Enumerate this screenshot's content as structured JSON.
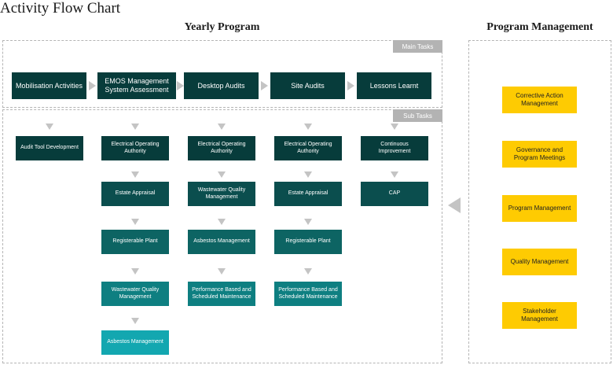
{
  "title": "Activity Flow Chart",
  "yearly_program": {
    "heading": "Yearly Program",
    "main_tasks_label": "Main Tasks",
    "sub_tasks_label": "Sub Tasks",
    "main_tasks": [
      "Mobilisation Activities",
      "EMOS Management System Assessment",
      "Desktop Audits",
      "Site Audits",
      "Lessons Learnt"
    ],
    "sub_tasks": [
      [
        "Audit Tool Development"
      ],
      [
        "Electrical Operating Authority",
        "Estate Appraisal",
        "Registerable Plant",
        "Wastewater Quality Management",
        "Asbestos Management"
      ],
      [
        "Electrical Operating Authority",
        "Wastewater Quality Management",
        "Asbestos Management",
        "Performance Based and Scheduled Maintenance"
      ],
      [
        "Electrical Operating Authority",
        "Estate Appraisal",
        "Registerable Plant",
        "Performance Based and Scheduled Maintenance"
      ],
      [
        "Continuous Improvement",
        "CAP"
      ]
    ]
  },
  "program_management": {
    "heading": "Program Management",
    "items": [
      "Corrective Action Management",
      "Governance and Program Meetings",
      "Program Management",
      "Quality Management",
      "Stakeholder Management"
    ]
  },
  "colors": {
    "main_task": "#073c3b",
    "sub_task_shades": [
      "#073c3b",
      "#0b4e4e",
      "#0d6463",
      "#0e7f81",
      "#13a7b0"
    ],
    "management": "#fecb02",
    "connector": "#c4c4c4",
    "dashed_border": "#b5b5b5"
  }
}
